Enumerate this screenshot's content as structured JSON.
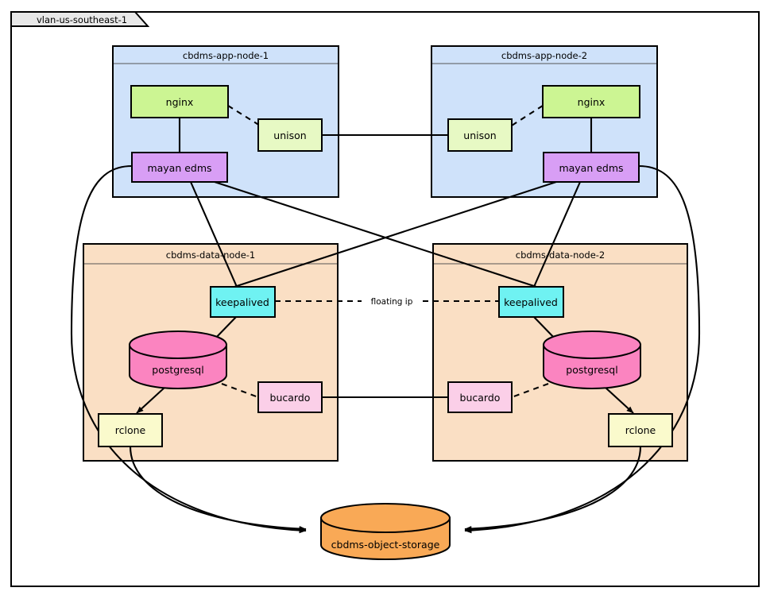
{
  "frame": {
    "label": "vlan-us-southeast-1"
  },
  "groups": [
    {
      "id": "app-node-1",
      "title": "cbdms-app-node-1",
      "fill": "#cfe2fa"
    },
    {
      "id": "app-node-2",
      "title": "cbdms-app-node-2",
      "fill": "#cfe2fa"
    },
    {
      "id": "data-node-1",
      "title": "cbdms-data-node-1",
      "fill": "#fadfc4"
    },
    {
      "id": "data-node-2",
      "title": "cbdms-data-node-2",
      "fill": "#fadfc4"
    }
  ],
  "components": {
    "nginx_1": {
      "label": "nginx",
      "color": "#ccf593"
    },
    "nginx_2": {
      "label": "nginx",
      "color": "#ccf593"
    },
    "unison_1": {
      "label": "unison",
      "color": "#e7f9c4"
    },
    "unison_2": {
      "label": "unison",
      "color": "#e7f9c4"
    },
    "mayan_1": {
      "label": "mayan edms",
      "color": "#d89ef5"
    },
    "mayan_2": {
      "label": "mayan edms",
      "color": "#d89ef5"
    },
    "keepalived_1": {
      "label": "keepalived",
      "color": "#6ff2f2"
    },
    "keepalived_2": {
      "label": "keepalived",
      "color": "#6ff2f2"
    },
    "postgresql_1": {
      "label": "postgresql",
      "color": "#fb84c0"
    },
    "postgresql_2": {
      "label": "postgresql",
      "color": "#fb84c0"
    },
    "bucardo_1": {
      "label": "bucardo",
      "color": "#fbcfe8"
    },
    "bucardo_2": {
      "label": "bucardo",
      "color": "#fbcfe8"
    },
    "rclone_1": {
      "label": "rclone",
      "color": "#fafacc"
    },
    "rclone_2": {
      "label": "rclone",
      "color": "#fafacc"
    },
    "object_storage": {
      "label": "cbdms-object-storage",
      "color": "#f9a956"
    }
  },
  "edge_labels": {
    "floating_ip": "floating ip"
  },
  "colors": {
    "stroke": "#000000",
    "background": "#ffffff",
    "frame_tab_fill": "#e8e8e8",
    "app_node_fill": "#cfe2fa",
    "data_node_fill": "#fadfc4",
    "object_storage_fill": "#f9a956"
  }
}
